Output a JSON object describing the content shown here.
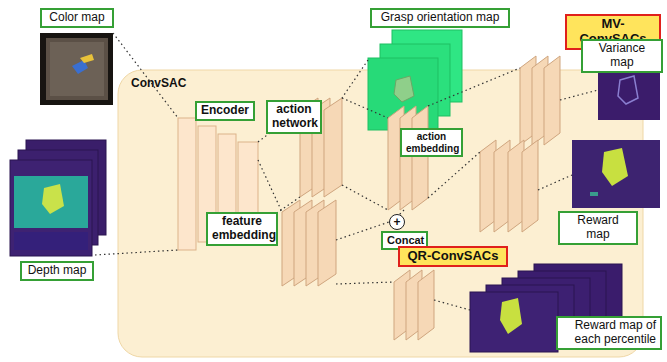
{
  "diagram": {
    "nodes": [
      {
        "text": [
          "ConvSAC"
        ]
      },
      {
        "text": [
          "Color map"
        ]
      },
      {
        "text": [
          "Depth map"
        ]
      },
      {
        "text": [
          "Encoder"
        ],
        "in": 0
      },
      {
        "text": [
          "action network"
        ],
        "in": 0
      },
      {
        "text": [
          "feature embedding"
        ],
        "in": 0
      },
      {
        "text": [
          "Grasp orientation map"
        ]
      },
      {
        "text": [
          "action embedding"
        ],
        "in": 0
      },
      {
        "text": [
          "Concat"
        ],
        "in": 0
      },
      {
        "text": [
          "QR-ConvSACs"
        ],
        "in": 0
      },
      {
        "text": [
          "MV-ConvSACs"
        ]
      },
      {
        "text": [
          "Variance map"
        ]
      },
      {
        "text": [
          "Reward map"
        ]
      },
      {
        "text": [
          "Reward map of each percentile"
        ]
      }
    ],
    "labels": [
      "+"
    ]
  }
}
